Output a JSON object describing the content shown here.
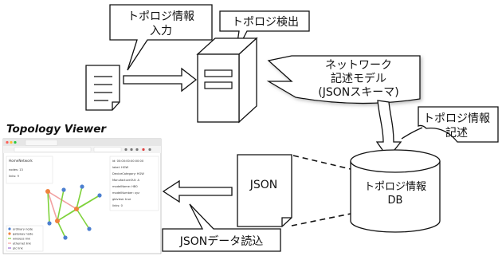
{
  "labels": {
    "input_callout": [
      "トポロジ情報",
      "入力"
    ],
    "detect_callout": "トポロジ検出",
    "model_callout": [
      "ネットワーク",
      "記述モデル",
      "(JSONスキーマ)"
    ],
    "write_callout": [
      "トポロジ情報",
      "記述"
    ],
    "json_doc": "JSON",
    "db_label": [
      "トポロジ情報",
      "DB"
    ],
    "read_callout": "JSONデータ読込",
    "viewer_title": "Topology Viewer"
  },
  "viewer": {
    "sidebar_title": "HomeNetwork",
    "sidebar_stats": [
      "nodes: 13",
      "links: 9"
    ],
    "detail_lines": [
      "id: 00:00:00:00:00:00",
      "label: HGW",
      "DeviceCategory: HGW",
      "ManufactureOUI: A",
      "modelName: HB0",
      "modelNumber: xyz",
      "gblview: true",
      "links: 0"
    ],
    "legend": [
      "ordinary node",
      "gateway node",
      "wireless link",
      "ethernet link",
      "plc link"
    ]
  },
  "colors": {
    "line": "#111111",
    "wireless_link": "#7fd23b",
    "ethernet_link": "#f2a0a0",
    "gateway_node": "#f0823e",
    "ordinary_node": "#4c7fd0"
  }
}
